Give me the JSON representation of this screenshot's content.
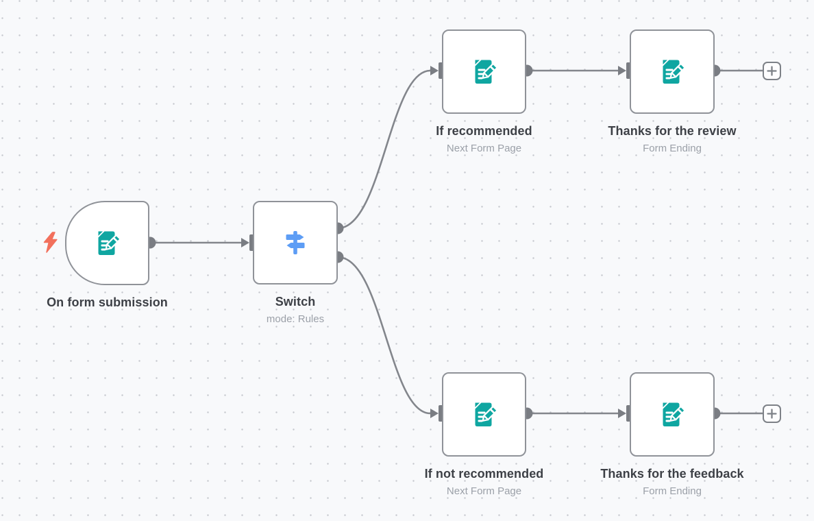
{
  "app": "workflow-canvas",
  "canvas": {
    "background_color": "#f8f9fb",
    "grid_dot_color": "#c6c9ce"
  },
  "palette": {
    "node_border": "#8f9298",
    "connector_line": "#83868c",
    "endpoint_gray": "#7a7d83",
    "title_text": "#3d4046",
    "subtitle_text": "#9ba0a8",
    "form_icon_teal": "#0fa6a1",
    "switch_icon_blue": "#5d9df5",
    "trigger_bolt_coral": "#f2705c",
    "plus_button_gray": "#7d8187"
  },
  "nodes": [
    {
      "title": "On form submission",
      "subtitle": "",
      "icon": "form-pencil",
      "kind": "form-trigger"
    },
    {
      "title": "Switch",
      "subtitle": "mode: Rules",
      "icon": "signpost",
      "kind": "switch"
    },
    {
      "title": "If recommended",
      "subtitle": "Next Form Page",
      "icon": "form-pencil",
      "kind": "form-page"
    },
    {
      "title": "Thanks for the review",
      "subtitle": "Form Ending",
      "icon": "form-pencil",
      "kind": "form-ending"
    },
    {
      "title": "If not recommended",
      "subtitle": "Next Form Page",
      "icon": "form-pencil",
      "kind": "form-page"
    },
    {
      "title": "Thanks for the feedback",
      "subtitle": "Form Ending",
      "icon": "form-pencil",
      "kind": "form-ending"
    }
  ],
  "connections": [
    {
      "from": "On form submission",
      "to": "Switch"
    },
    {
      "from": "Switch",
      "output": 1,
      "to": "If recommended"
    },
    {
      "from": "Switch",
      "output": 2,
      "to": "If not recommended"
    },
    {
      "from": "If recommended",
      "to": "Thanks for the review"
    },
    {
      "from": "If not recommended",
      "to": "Thanks for the feedback"
    }
  ],
  "add_node_buttons": [
    {
      "attached_to": "Thanks for the review",
      "icon": "plus"
    },
    {
      "attached_to": "Thanks for the feedback",
      "icon": "plus"
    }
  ]
}
